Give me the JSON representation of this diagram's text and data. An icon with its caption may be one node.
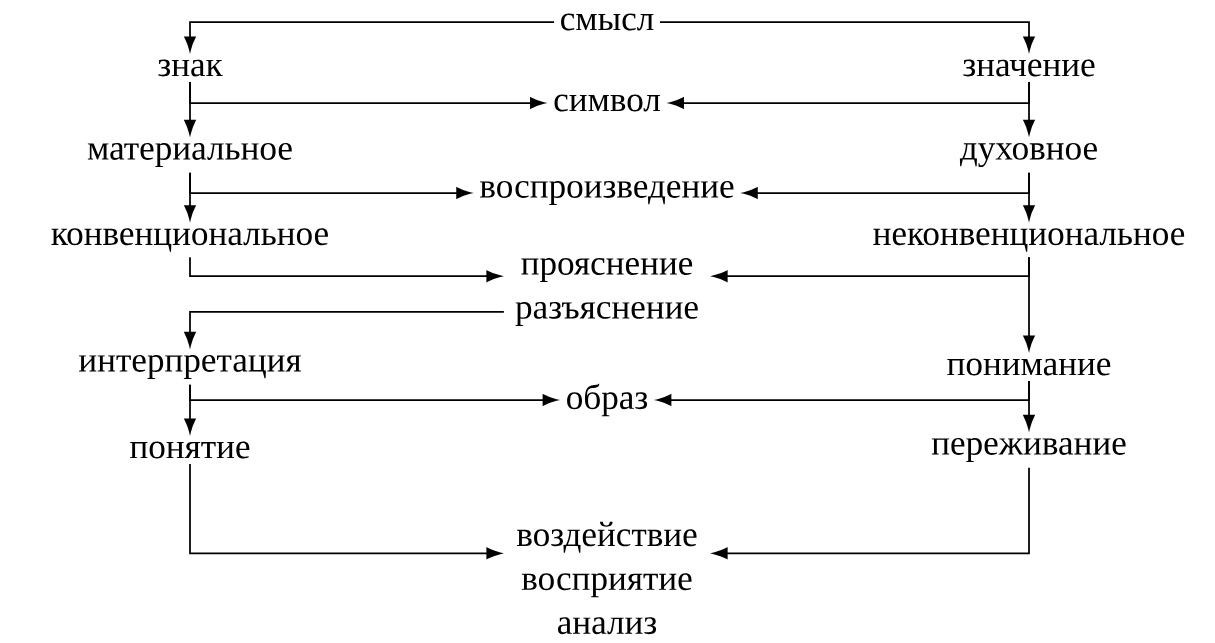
{
  "diagram": {
    "nodes": [
      {
        "text": [
          "смысл"
        ]
      },
      {
        "text": [
          "знак"
        ]
      },
      {
        "text": [
          "значение"
        ]
      },
      {
        "text": [
          "символ"
        ]
      },
      {
        "text": [
          "материальное"
        ]
      },
      {
        "text": [
          "духовное"
        ]
      },
      {
        "text": [
          "воспроизведение"
        ]
      },
      {
        "text": [
          "конвенциональное"
        ]
      },
      {
        "text": [
          "неконвенциональное"
        ]
      },
      {
        "text": [
          "прояснение разъяснение"
        ]
      },
      {
        "text": [
          "интерпретация"
        ]
      },
      {
        "text": [
          "понимание"
        ]
      },
      {
        "text": [
          "образ"
        ]
      },
      {
        "text": [
          "понятие"
        ]
      },
      {
        "text": [
          "переживание"
        ]
      },
      {
        "text": [
          "воздействие восприятие анализ"
        ]
      }
    ],
    "edges": [
      {
        "from": 0,
        "to": 1,
        "arrow": "to"
      },
      {
        "from": 0,
        "to": 2,
        "arrow": "to"
      },
      {
        "from": 1,
        "to": 3,
        "arrow": "to"
      },
      {
        "from": 1,
        "to": 4,
        "arrow": "to"
      },
      {
        "from": 2,
        "to": 3,
        "arrow": "to"
      },
      {
        "from": 2,
        "to": 5,
        "arrow": "to"
      },
      {
        "from": 4,
        "to": 6,
        "arrow": "to"
      },
      {
        "from": 4,
        "to": 7,
        "arrow": "to"
      },
      {
        "from": 5,
        "to": 6,
        "arrow": "to"
      },
      {
        "from": 5,
        "to": 8,
        "arrow": "to"
      },
      {
        "from": 7,
        "to": 9,
        "arrow": "to"
      },
      {
        "from": 8,
        "to": 9,
        "arrow": "to"
      },
      {
        "from": 8,
        "to": 11,
        "arrow": "to"
      },
      {
        "from": 9,
        "to": 10,
        "arrow": "to"
      },
      {
        "from": 10,
        "to": 12,
        "arrow": "to"
      },
      {
        "from": 10,
        "to": 13,
        "arrow": "to"
      },
      {
        "from": 11,
        "to": 12,
        "arrow": "to"
      },
      {
        "from": 11,
        "to": 14,
        "arrow": "to"
      },
      {
        "from": 13,
        "to": 15,
        "arrow": "to"
      },
      {
        "from": 14,
        "to": 15,
        "arrow": "to"
      }
    ]
  }
}
